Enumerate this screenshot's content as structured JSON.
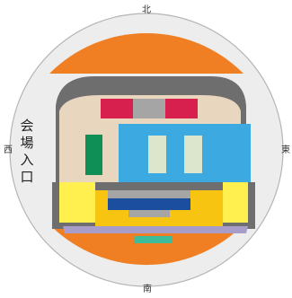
{
  "compass": {
    "north": "北",
    "south": "南",
    "east": "東",
    "west": "西"
  },
  "entrance": {
    "label": "会場入口"
  },
  "colors": {
    "orange": "#EF7F22",
    "dark_gray": "#6E6E6E",
    "beige": "#E9D6BF",
    "red": "#D8204E",
    "gray": "#A5A5A5",
    "blue": "#3CAAE0",
    "cream": "#DCE6CC",
    "green": "#0F8F55",
    "navy": "#1B4E9F",
    "yellow": "#FFF04F",
    "gold": "#F6C411",
    "purple": "#A89CC8",
    "teal": "#3DBC9C",
    "circle_fill": "#EDEDED",
    "circle_stroke": "#B5B5B5"
  }
}
